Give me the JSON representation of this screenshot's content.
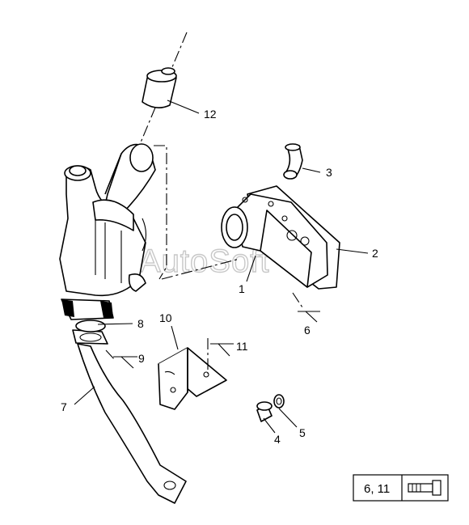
{
  "watermark": "AutoSoft",
  "callouts": [
    {
      "id": "1",
      "label": "1"
    },
    {
      "id": "2",
      "label": "2"
    },
    {
      "id": "3",
      "label": "3"
    },
    {
      "id": "4",
      "label": "4"
    },
    {
      "id": "5",
      "label": "5"
    },
    {
      "id": "6",
      "label": "6"
    },
    {
      "id": "7",
      "label": "7"
    },
    {
      "id": "8",
      "label": "8"
    },
    {
      "id": "9",
      "label": "9"
    },
    {
      "id": "10",
      "label": "10"
    },
    {
      "id": "11",
      "label": "11"
    },
    {
      "id": "12",
      "label": "12"
    }
  ],
  "legend": {
    "refs": "6, 11",
    "icon": "bolt-icon"
  }
}
